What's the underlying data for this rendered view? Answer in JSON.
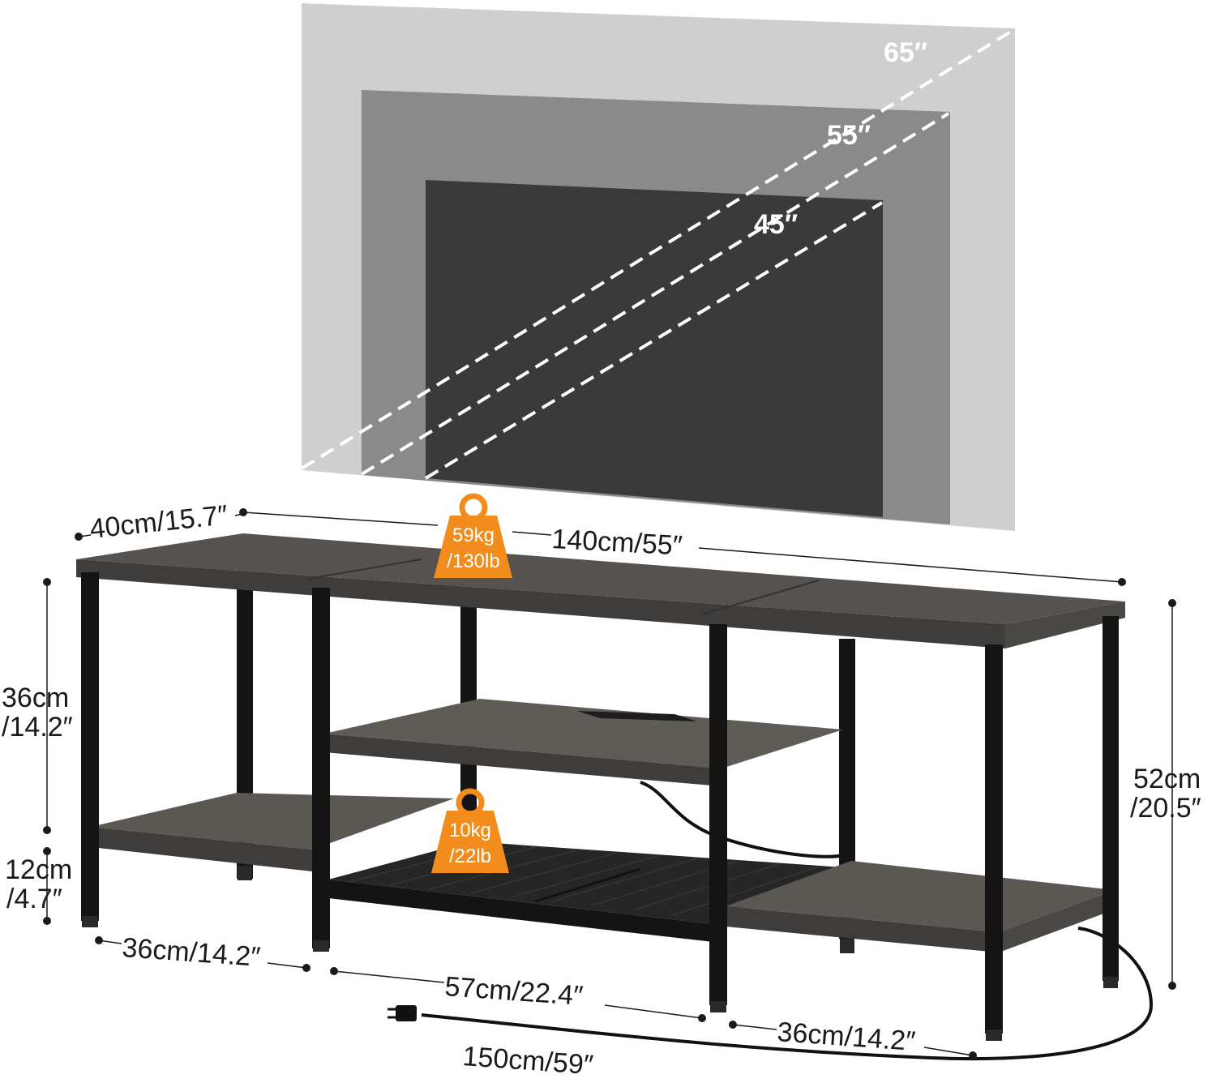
{
  "tv_sizes": [
    {
      "label": "65″",
      "fill": "#cfcfcf"
    },
    {
      "label": "55″",
      "fill": "#8a8a8a"
    },
    {
      "label": "45″",
      "fill": "#3a3a3a"
    }
  ],
  "weight_top": {
    "kg": "59kg",
    "lb": "/130lb"
  },
  "weight_mesh": {
    "kg": "10kg",
    "lb": "/22lb"
  },
  "dimensions": {
    "depth": "40cm/15.7″",
    "length": "140cm/55″",
    "upper_height_cm": "36cm",
    "upper_height_in": "/14.2″",
    "lower_height_cm": "12cm",
    "lower_height_in": "/4.7″",
    "total_height_cm": "52cm",
    "total_height_in": "/20.5″",
    "left_width": "36cm/14.2″",
    "middle_width": "57cm/22.4″",
    "right_width": "36cm/14.2″",
    "cord_length": "150cm/59″"
  },
  "colors": {
    "wood": "#55524f",
    "wood_edge": "#3f3d3b",
    "frame": "#141414",
    "accent": "#f28c1c",
    "dim_line": "#1a1a1a"
  }
}
